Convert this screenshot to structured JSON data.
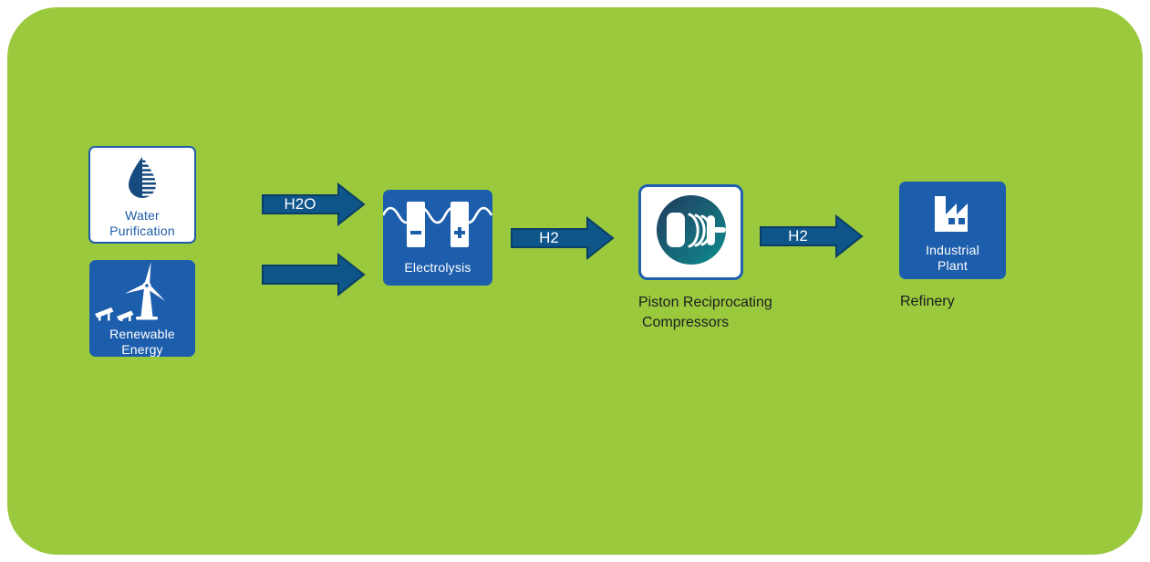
{
  "diagram": {
    "title": "",
    "background_color": "#9BC93D",
    "colors": {
      "panel_green": "#9BC93D",
      "node_blue": "#1D5EAC",
      "node_border_blue": "#1F5CA9",
      "arrow_fill": "#0E558A",
      "arrow_stroke": "#0A3E66",
      "label_blue": "#1F5CA9",
      "caption_dark": "#1B1D21",
      "compressor_gradient_start": "#22395B",
      "compressor_gradient_end": "#0D8D90",
      "white": "#FFFFFF"
    }
  },
  "nodes": {
    "water_purification": {
      "line1": "Water",
      "line2": "Purification",
      "icon": "water-drop-icon"
    },
    "renewable_energy": {
      "line1": "Renewable",
      "line2": "Energy",
      "icon": "wind-turbine-solar-icon"
    },
    "electrolysis": {
      "label": "Electrolysis",
      "icon": "electrolysis-electrodes-icon"
    },
    "compressors": {
      "caption_line1": "Piston Reciprocating",
      "caption_line2": "Compressors",
      "icon": "compressor-icon"
    },
    "industrial_plant": {
      "line1": "Industrial",
      "line2": "Plant",
      "caption": "Refinery",
      "icon": "factory-icon"
    }
  },
  "arrows": {
    "h2o": {
      "label": "H2O",
      "from": "Water Purification",
      "to": "Electrolysis"
    },
    "energy": {
      "label": "",
      "from": "Renewable Energy",
      "to": "Electrolysis"
    },
    "h2_to_compressors": {
      "label": "H2",
      "from": "Electrolysis",
      "to": "Piston Reciprocating Compressors"
    },
    "h2_to_refinery": {
      "label": "H2",
      "from": "Piston Reciprocating Compressors",
      "to": "Industrial Plant"
    }
  }
}
